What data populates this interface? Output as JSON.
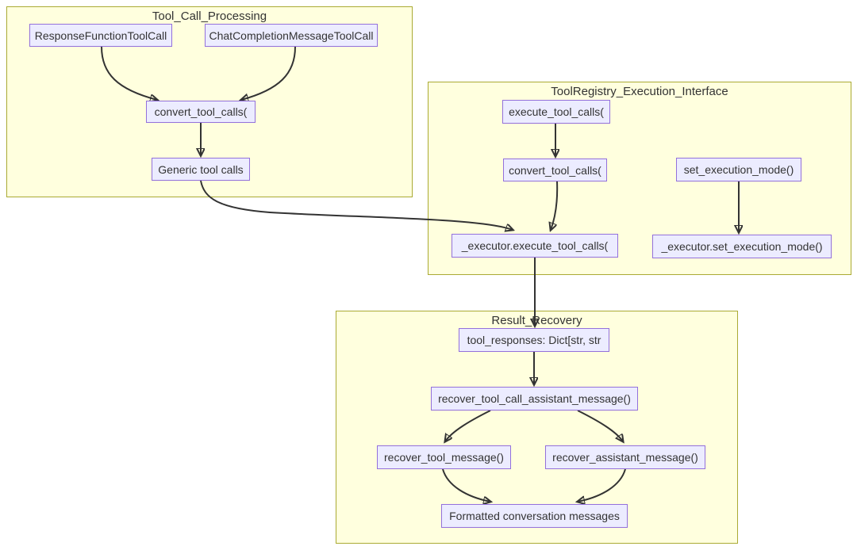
{
  "colors": {
    "subgraph_fill": "#ffffde",
    "subgraph_border": "#aaaa33",
    "node_fill": "#ececff",
    "node_border": "#9370db",
    "edge_color": "#333333",
    "text_color": "#333333",
    "page_background": "#ffffff"
  },
  "diagram": {
    "type": "flowchart",
    "subgraphs": [
      {
        "title": "Tool_Call_Processing",
        "nodes": [
          {
            "id": "ResponseFunctionToolCall",
            "label": "ResponseFunctionToolCall"
          },
          {
            "id": "ChatCompletionMessageToolCall",
            "label": "ChatCompletionMessageToolCall"
          },
          {
            "id": "convert_tool_calls_processing",
            "label": "convert_tool_calls("
          },
          {
            "id": "generic_tool_calls",
            "label": "Generic tool calls"
          }
        ]
      },
      {
        "title": "ToolRegistry_Execution_Interface",
        "nodes": [
          {
            "id": "execute_tool_calls",
            "label": "execute_tool_calls("
          },
          {
            "id": "convert_tool_calls_registry",
            "label": "convert_tool_calls("
          },
          {
            "id": "set_execution_mode",
            "label": "set_execution_mode()"
          },
          {
            "id": "executor_execute_tool_calls",
            "label": "_executor.execute_tool_calls("
          },
          {
            "id": "executor_set_execution_mode",
            "label": "_executor.set_execution_mode()"
          }
        ]
      },
      {
        "title": "Result_Recovery",
        "nodes": [
          {
            "id": "tool_responses",
            "label": "tool_responses: Dict[str, str"
          },
          {
            "id": "recover_tool_call_assistant_message",
            "label": "recover_tool_call_assistant_message()"
          },
          {
            "id": "recover_tool_message",
            "label": "recover_tool_message()"
          },
          {
            "id": "recover_assistant_message",
            "label": "recover_assistant_message()"
          },
          {
            "id": "formatted_conversation_messages",
            "label": "Formatted conversation messages"
          }
        ]
      }
    ],
    "edges": [
      {
        "from": "ResponseFunctionToolCall",
        "to": "convert_tool_calls_processing"
      },
      {
        "from": "ChatCompletionMessageToolCall",
        "to": "convert_tool_calls_processing"
      },
      {
        "from": "convert_tool_calls_processing",
        "to": "generic_tool_calls"
      },
      {
        "from": "generic_tool_calls",
        "to": "executor_execute_tool_calls"
      },
      {
        "from": "execute_tool_calls",
        "to": "convert_tool_calls_registry"
      },
      {
        "from": "convert_tool_calls_registry",
        "to": "executor_execute_tool_calls"
      },
      {
        "from": "set_execution_mode",
        "to": "executor_set_execution_mode"
      },
      {
        "from": "executor_execute_tool_calls",
        "to": "tool_responses"
      },
      {
        "from": "tool_responses",
        "to": "recover_tool_call_assistant_message"
      },
      {
        "from": "recover_tool_call_assistant_message",
        "to": "recover_tool_message"
      },
      {
        "from": "recover_tool_call_assistant_message",
        "to": "recover_assistant_message"
      },
      {
        "from": "recover_tool_message",
        "to": "formatted_conversation_messages"
      },
      {
        "from": "recover_assistant_message",
        "to": "formatted_conversation_messages"
      }
    ]
  }
}
